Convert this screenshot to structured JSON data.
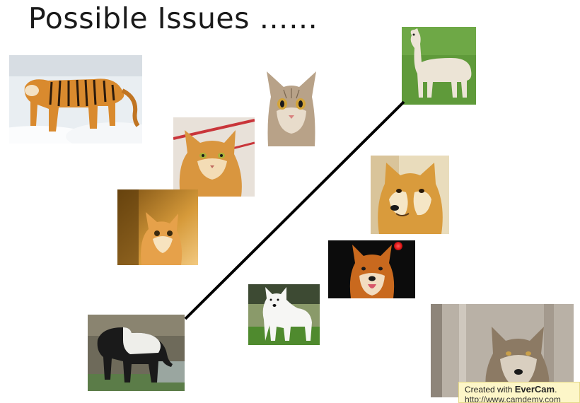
{
  "slide": {
    "title": "Possible Issues ……"
  },
  "watermark": {
    "prefix": "Created with ",
    "brand": "EverCam",
    "suffix": ".",
    "url": "http://www.camdemy.com"
  },
  "images": [
    {
      "name": "tiger-photo",
      "subject": "tiger"
    },
    {
      "name": "cat-face-photo",
      "subject": "cat"
    },
    {
      "name": "orange-cat-photo",
      "subject": "cat"
    },
    {
      "name": "cat-on-floor-photo",
      "subject": "cat"
    },
    {
      "name": "alpaca-photo",
      "subject": "alpaca"
    },
    {
      "name": "doge-photo",
      "subject": "shiba dog"
    },
    {
      "name": "shiba-photo",
      "subject": "shiba dog"
    },
    {
      "name": "samoyed-photo",
      "subject": "samoyed dog"
    },
    {
      "name": "tapir-photo",
      "subject": "tapir"
    },
    {
      "name": "wolf-photo",
      "subject": "wolf"
    }
  ],
  "colors": {
    "line": "#000000",
    "watermark_bg": "#fdf6c8",
    "pointer": "#e01515"
  }
}
